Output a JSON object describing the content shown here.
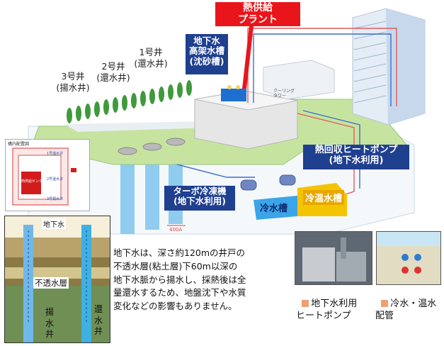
{
  "plant_label": "熱供給\nプラント",
  "tank_label": "地下水\n高架水槽\n(沈砂槽)",
  "wells": [
    {
      "label": "1号井\n(還水井)"
    },
    {
      "label": "2号井\n(還水井)"
    },
    {
      "label": "3号井\n(揚水井)"
    }
  ],
  "heat_pump_label": "熱回収ヒートポンプ\n(地下水利用)",
  "turbo_label": "ターボ冷凍機\n(地下水利用)",
  "cold_tank_label": "冷水槽",
  "warm_tank_label": "冷温水槽",
  "cooling_tower_label": "クーリング\nタワー",
  "depth_label": "400A",
  "section": {
    "title": "地下水",
    "impervious_label": "不透水層",
    "pumping_well_label": "揚\n水\n井",
    "return_well_label": "還\n水\n井"
  },
  "description": "地下水は、深さ約120mの井戸の\n不透水層(粘土層)下60m以深の\n地下水脈から揚水し、採熱後は全\n量還水するため、地盤沈下や水質\n変化などの影響もありません。",
  "photo_captions": [
    "地下水利用\nヒートポンプ",
    "冷水・温水\n配管"
  ],
  "map": {
    "title": "構内配置図",
    "center_label": "熱供給センター",
    "labels": [
      "1号還水井",
      "2号還水井",
      "3号揚水井"
    ]
  },
  "colors": {
    "blue_box": "#1f3f8f",
    "red_box": "#e8161b",
    "ground": "#c6e4a0",
    "water": "#7cc4ec",
    "warm_tank": "#f5c400"
  }
}
